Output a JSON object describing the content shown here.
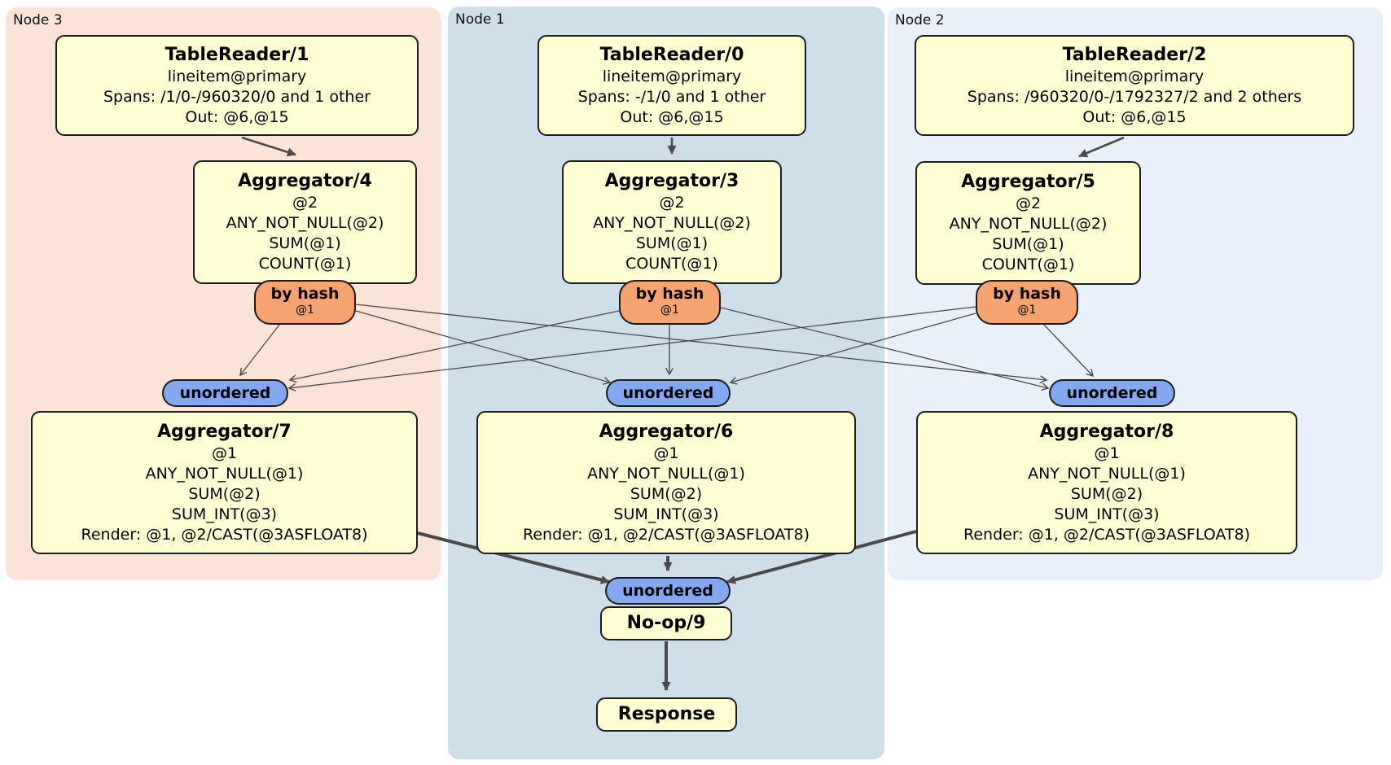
{
  "regions": [
    {
      "label": "Node 3"
    },
    {
      "label": "Node 1"
    },
    {
      "label": "Node 2"
    }
  ],
  "processors": {
    "tablereader1": {
      "title": "TableReader/1",
      "lines": [
        "lineitem@primary",
        "Spans: /1/0-/960320/0 and 1 other",
        "Out: @6,@15"
      ]
    },
    "tablereader0": {
      "title": "TableReader/0",
      "lines": [
        "lineitem@primary",
        "Spans: -/1/0 and 1 other",
        "Out: @6,@15"
      ]
    },
    "tablereader2": {
      "title": "TableReader/2",
      "lines": [
        "lineitem@primary",
        "Spans: /960320/0-/1792327/2 and 2 others",
        "Out: @6,@15"
      ]
    },
    "aggregator4": {
      "title": "Aggregator/4",
      "lines": [
        "@2",
        "ANY_NOT_NULL(@2)",
        "SUM(@1)",
        "COUNT(@1)"
      ]
    },
    "aggregator3": {
      "title": "Aggregator/3",
      "lines": [
        "@2",
        "ANY_NOT_NULL(@2)",
        "SUM(@1)",
        "COUNT(@1)"
      ]
    },
    "aggregator5": {
      "title": "Aggregator/5",
      "lines": [
        "@2",
        "ANY_NOT_NULL(@2)",
        "SUM(@1)",
        "COUNT(@1)"
      ]
    },
    "aggregator7": {
      "title": "Aggregator/7",
      "lines": [
        "@1",
        "ANY_NOT_NULL(@1)",
        "SUM(@2)",
        "SUM_INT(@3)",
        "Render: @1, @2/CAST(@3ASFLOAT8)"
      ]
    },
    "aggregator6": {
      "title": "Aggregator/6",
      "lines": [
        "@1",
        "ANY_NOT_NULL(@1)",
        "SUM(@2)",
        "SUM_INT(@3)",
        "Render: @1, @2/CAST(@3ASFLOAT8)"
      ]
    },
    "aggregator8": {
      "title": "Aggregator/8",
      "lines": [
        "@1",
        "ANY_NOT_NULL(@1)",
        "SUM(@2)",
        "SUM_INT(@3)",
        "Render: @1, @2/CAST(@3ASFLOAT8)"
      ]
    },
    "noop9": {
      "title": "No-op/9"
    },
    "response": {
      "title": "Response"
    }
  },
  "router": {
    "label": "by hash",
    "detail": "@1"
  },
  "sync": {
    "label": "unordered"
  },
  "colors": {
    "node3_bg": "#fce3d7",
    "node1_bg": "#cfdfe9",
    "node2_bg": "#eaf0fa",
    "processor_fill": "#ffffd2",
    "router_fill": "#f5a471",
    "sync_fill": "#82a9f0",
    "border": "#1c1c1c",
    "edge": "#4a4a4a"
  }
}
